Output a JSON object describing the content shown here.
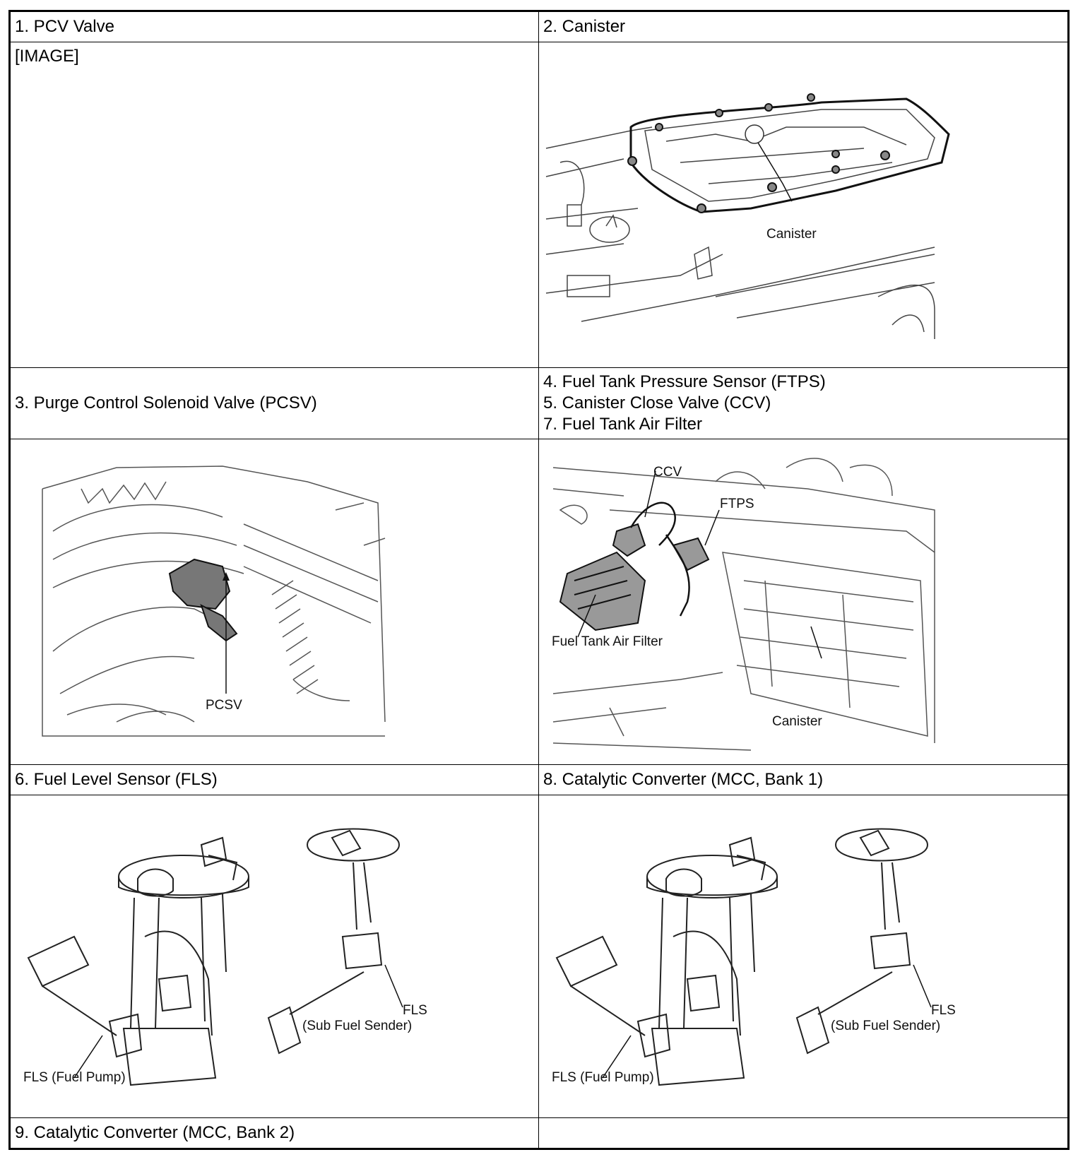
{
  "rows": [
    {
      "left": "1. PCV Valve",
      "right": "2. Canister"
    },
    {
      "left": "3. Purge Control Solenoid Valve (PCSV)",
      "right": [
        "4. Fuel Tank Pressure Sensor (FTPS)",
        "5. Canister Close Valve (CCV)",
        "7. Fuel Tank Air Filter"
      ]
    },
    {
      "left": "6. Fuel Level Sensor (FLS)",
      "right": "8. Catalytic Converter (MCC, Bank 1)"
    },
    {
      "left": "9. Catalytic Converter (MCC, Bank 2)",
      "right": ""
    }
  ],
  "cells": {
    "pcv_placeholder": "[IMAGE]",
    "canister_label": "Canister",
    "pcsv_label": "PCSV",
    "ccv_label": "CCV",
    "ftps_label": "FTPS",
    "air_filter_label": "Fuel Tank Air Filter",
    "canister2_label": "Canister",
    "fls_pump_label": "FLS (Fuel Pump)",
    "fls_sub_label_1": "FLS",
    "fls_sub_label_2": "(Sub Fuel Sender)"
  }
}
